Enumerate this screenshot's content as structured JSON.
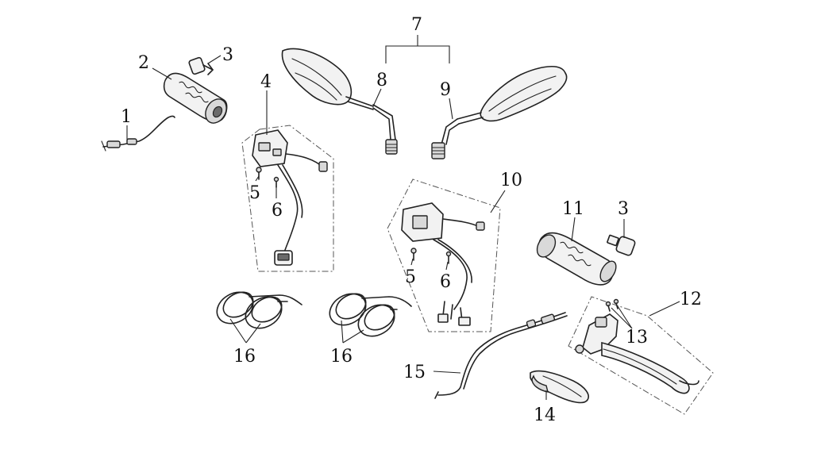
{
  "callouts": [
    {
      "id": "c1",
      "text": "1"
    },
    {
      "id": "c2",
      "text": "2"
    },
    {
      "id": "c3a",
      "text": "3"
    },
    {
      "id": "c4",
      "text": "4"
    },
    {
      "id": "c5a",
      "text": "5"
    },
    {
      "id": "c6a",
      "text": "6"
    },
    {
      "id": "c7",
      "text": "7"
    },
    {
      "id": "c8",
      "text": "8"
    },
    {
      "id": "c9",
      "text": "9"
    },
    {
      "id": "c10",
      "text": "10"
    },
    {
      "id": "c11",
      "text": "11"
    },
    {
      "id": "c3b",
      "text": "3"
    },
    {
      "id": "c5b",
      "text": "5"
    },
    {
      "id": "c6b",
      "text": "6"
    },
    {
      "id": "c12",
      "text": "12"
    },
    {
      "id": "c13",
      "text": "13"
    },
    {
      "id": "c14",
      "text": "14"
    },
    {
      "id": "c15",
      "text": "15"
    },
    {
      "id": "c16a",
      "text": "16"
    },
    {
      "id": "c16b",
      "text": "16"
    }
  ],
  "colors": {
    "line": "#222222",
    "background": "#ffffff"
  }
}
